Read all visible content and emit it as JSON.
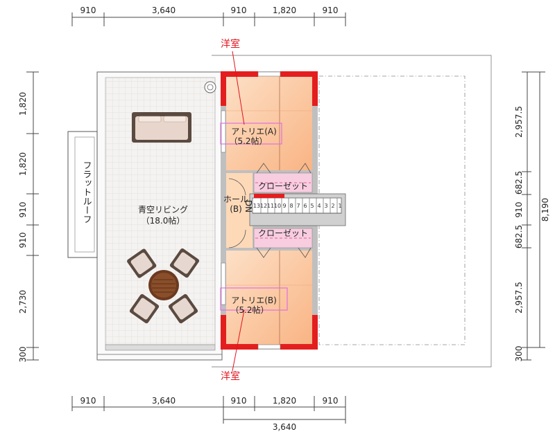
{
  "dimensions": {
    "top": [
      "910",
      "3,640",
      "910",
      "1,820",
      "910"
    ],
    "bottom": [
      "910",
      "3,640",
      "910",
      "1,820",
      "910"
    ],
    "bottom_total": "3,640",
    "left": [
      "1,820",
      "1,820",
      "910",
      "910",
      "2,730",
      "300"
    ],
    "right": [
      "2,957.5",
      "682.5",
      "910",
      "682.5",
      "2,957.5",
      "300"
    ],
    "right_total": "8,190"
  },
  "labels": {
    "youshitsu_top": "洋室",
    "youshitsu_bottom": "洋室",
    "atelier_a": "アトリエ(A)",
    "atelier_a_size": "（5.2帖）",
    "atelier_b": "アトリエ(B)",
    "atelier_b_size": "（5.2帖）",
    "closet_top": "クローゼット",
    "closet_bottom": "クローゼット",
    "hall": "ホール",
    "hall_sub": "(B)",
    "dn": "DN",
    "living": "青空リビング",
    "living_size": "（18.0帖）",
    "flat_roof": "フラットルーフ"
  },
  "stairs": [
    "13",
    "12",
    "11",
    "10",
    "9",
    "8",
    "7",
    "6",
    "5",
    "4",
    "3",
    "2",
    "1"
  ],
  "colors": {
    "wall": "#e41e1e",
    "floor": "#fbc79c",
    "closet": "#f8cde0",
    "highlight": "#e070e0",
    "red_text": "#e0141e"
  }
}
